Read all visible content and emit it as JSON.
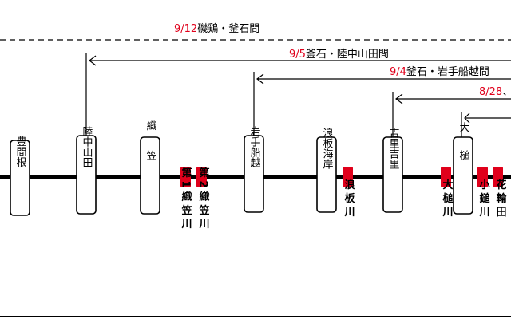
{
  "segments": [
    {
      "date": "9/12",
      "text": "磯鶏・釜石間"
    },
    {
      "date": "9/5",
      "text": "釜石・陸中山田間"
    },
    {
      "date": "9/4",
      "text": "釜石・岩手船越間"
    },
    {
      "date": "8/28",
      "text": "、"
    }
  ],
  "stations": [
    {
      "id": "toyomane",
      "label": "豊間根"
    },
    {
      "id": "rikuchu-yamada",
      "label": "陸中山田"
    },
    {
      "id": "orikasa",
      "label": "織笠"
    },
    {
      "id": "iwate-funakoshi",
      "label": "岩手船越"
    },
    {
      "id": "namiita-kaigan",
      "label": "浪板海岸"
    },
    {
      "id": "kirikiri",
      "label": "吉里吉里"
    },
    {
      "id": "otsuchi",
      "label": "大槌"
    }
  ],
  "bridges": [
    {
      "id": "dai1-orikasa-gawa",
      "label": "第1織笠川"
    },
    {
      "id": "dai2-orikasa-gawa",
      "label": "第2織笠川"
    },
    {
      "id": "namiita-gawa",
      "label": "浪板川"
    },
    {
      "id": "otsuchi-gawa",
      "label": "大槌川"
    },
    {
      "id": "kozuchi-gawa",
      "label": "小鎚川"
    },
    {
      "id": "hanawada",
      "label": "花輪田"
    }
  ],
  "colors": {
    "date": "#e0001b",
    "bridge": "#e0001b",
    "line": "#000000"
  }
}
